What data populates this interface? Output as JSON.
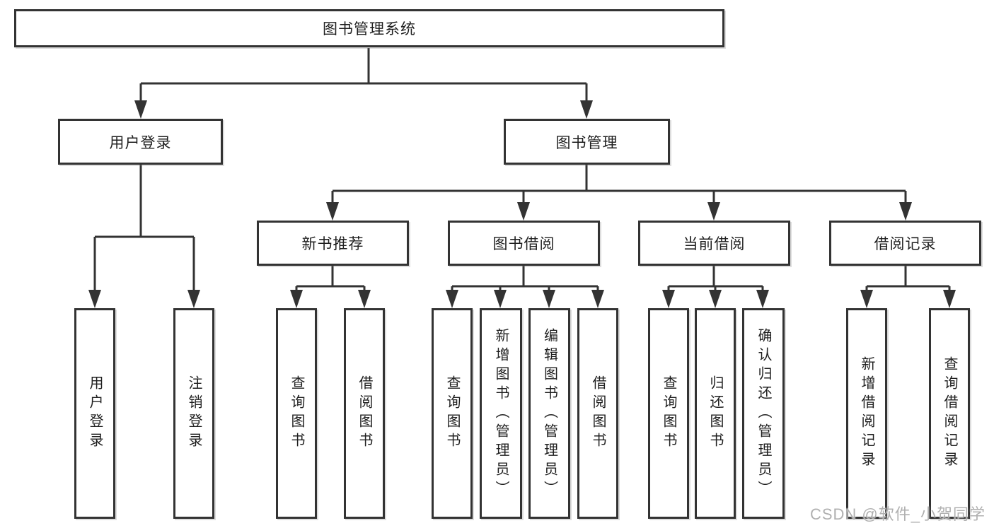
{
  "title": "图书管理系统",
  "tree": {
    "label": "图书管理系统",
    "children": [
      {
        "label": "用户登录",
        "children": [
          {
            "label": "用户登录"
          },
          {
            "label": "注销登录"
          }
        ]
      },
      {
        "label": "图书管理",
        "children": [
          {
            "label": "新书推荐",
            "children": [
              {
                "label": "查询图书"
              },
              {
                "label": "借阅图书"
              }
            ]
          },
          {
            "label": "图书借阅",
            "children": [
              {
                "label": "查询图书"
              },
              {
                "label": "新增图书（管理员）"
              },
              {
                "label": "编辑图书（管理员）"
              },
              {
                "label": "借阅图书"
              }
            ]
          },
          {
            "label": "当前借阅",
            "children": [
              {
                "label": "查询图书"
              },
              {
                "label": "归还图书"
              },
              {
                "label": "确认归还（管理员）"
              }
            ]
          },
          {
            "label": "借阅记录",
            "children": [
              {
                "label": "新增借阅记录"
              },
              {
                "label": "查询借阅记录"
              }
            ]
          }
        ]
      }
    ]
  },
  "watermark": {
    "text": "CSDN @软件_小贺同学"
  },
  "colors": {
    "line": "#333333",
    "box_border": "#333333",
    "text": "#1f1f1f",
    "watermark": "#b0b0b0",
    "background": "#ffffff"
  }
}
